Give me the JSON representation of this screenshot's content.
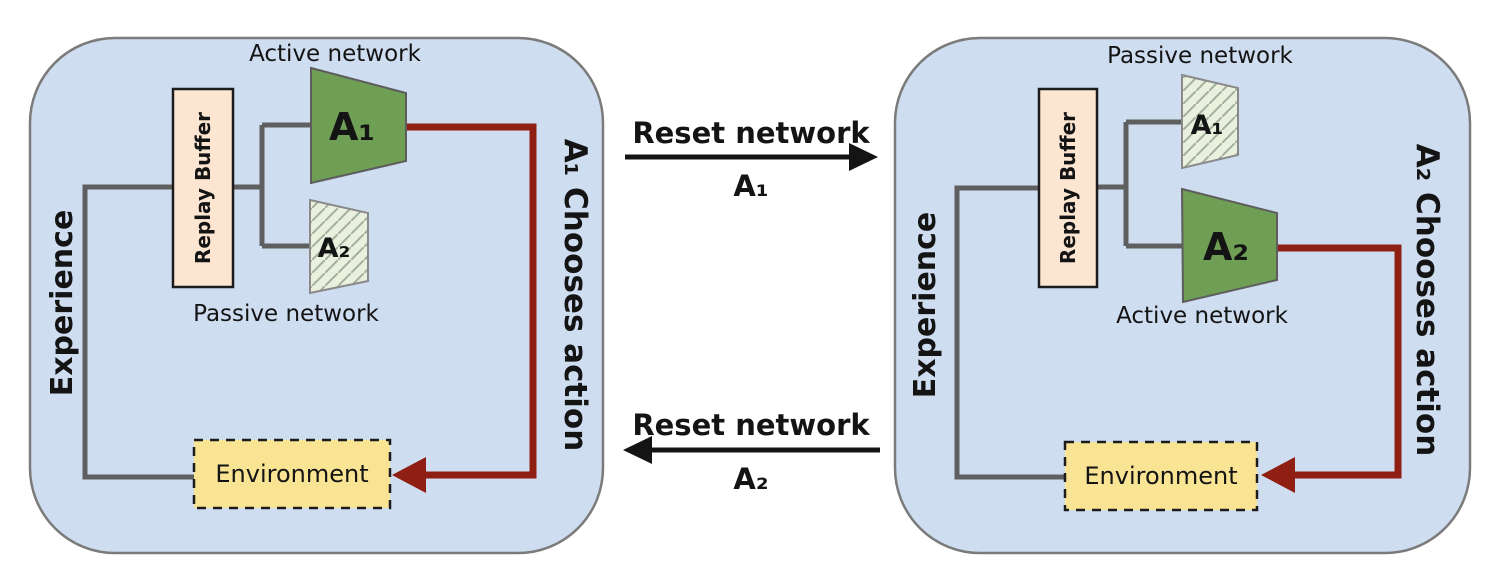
{
  "colors": {
    "panel_fill": "#cfddf1",
    "panel_border": "#7b7b7b",
    "wire_gray": "#5f5f5f",
    "action_red": "#8e1f12",
    "active_green": "#6f9e55",
    "passive_fill": "#e9f0de",
    "hatch_line": "#a2b09d",
    "node_border": "#5d5d5d",
    "buffer_fill": "#fce6d2",
    "env_fill": "#f9e493",
    "box_border": "#1c1c1c",
    "gray_label": "#777777",
    "text_black": "#141414"
  },
  "left_panel": {
    "top_label": "Active network",
    "bottom_label": "Passive network",
    "active_node_label": "A₁",
    "passive_node_label": "A₂",
    "replay_buffer_label": "Replay Buffer",
    "environment_label": "Environment",
    "experience_label": "Experience",
    "chooses_action_label": "A₁ Chooses action"
  },
  "right_panel": {
    "top_label": "Passive network",
    "bottom_label": "Active network",
    "passive_node_label": "A₁",
    "active_node_label": "A₂",
    "replay_buffer_label": "Replay Buffer",
    "environment_label": "Environment",
    "experience_label": "Experience",
    "chooses_action_label": "A₂ Chooses action"
  },
  "transitions": {
    "top": {
      "label": "Reset network",
      "network_label": "A₁",
      "direction": "left-to-right"
    },
    "bottom": {
      "label": "Reset network",
      "network_label": "A₂",
      "direction": "right-to-left"
    }
  }
}
